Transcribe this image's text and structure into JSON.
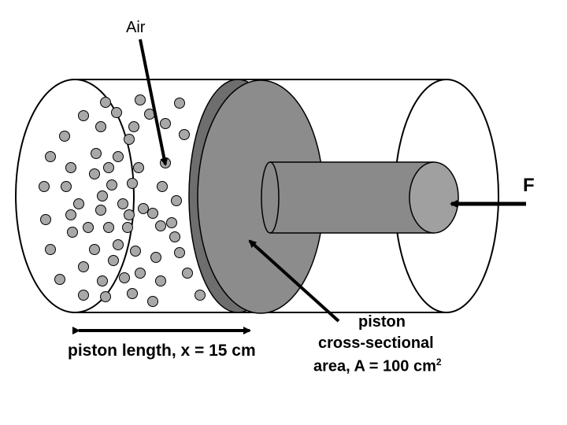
{
  "labels": {
    "air": "Air",
    "force": "F",
    "piston_length": "piston length, x = 15 cm",
    "piston_area_line1": "piston",
    "piston_area_line2": "cross-sectional",
    "piston_area_line3": "area, A = 100 cm",
    "piston_area_exponent": "2"
  },
  "colors": {
    "outline": "#000000",
    "piston_face": "#8c8c8c",
    "piston_rim": "#6e6e6e",
    "rod": "#8a8a8a",
    "rod_end": "#a0a0a0",
    "particle": "#a8a8a8"
  }
}
